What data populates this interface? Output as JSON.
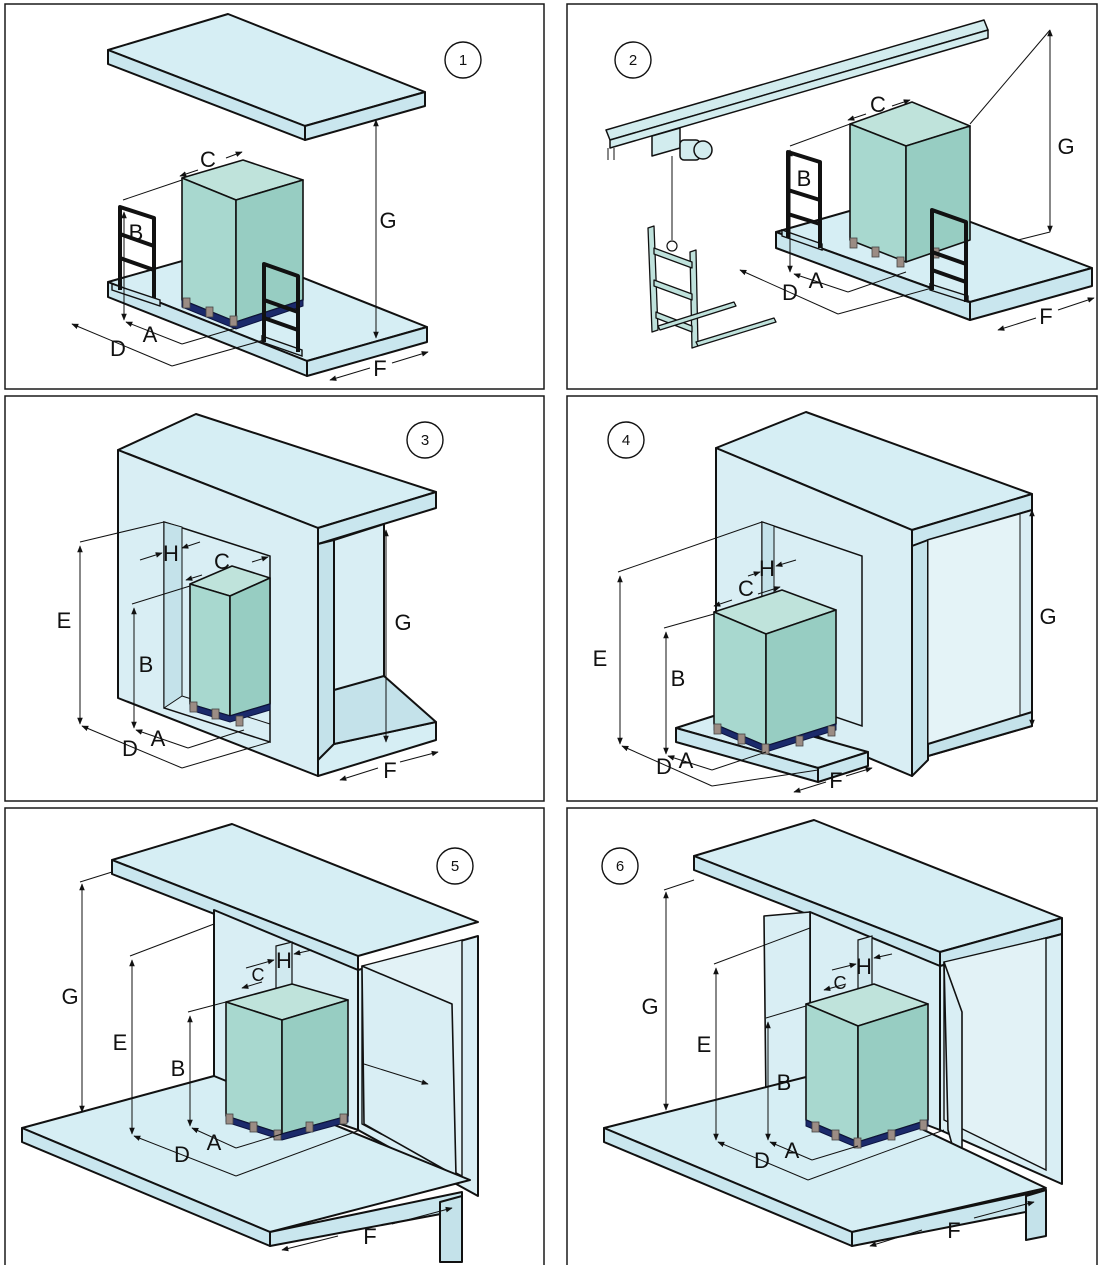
{
  "panels": [
    {
      "number": "1",
      "labels": {
        "A": "A",
        "B": "B",
        "C": "C",
        "D": "D",
        "F": "F",
        "G": "G"
      }
    },
    {
      "number": "2",
      "labels": {
        "A": "A",
        "B": "B",
        "C": "C",
        "D": "D",
        "F": "F",
        "G": "G"
      }
    },
    {
      "number": "3",
      "labels": {
        "A": "A",
        "B": "B",
        "C": "C",
        "D": "D",
        "E": "E",
        "F": "F",
        "G": "G",
        "H": "H"
      }
    },
    {
      "number": "4",
      "labels": {
        "A": "A",
        "B": "B",
        "C": "C",
        "D": "D",
        "E": "E",
        "F": "F",
        "G": "G",
        "H": "H"
      }
    },
    {
      "number": "5",
      "labels": {
        "A": "A",
        "B": "B",
        "C": "C",
        "D": "D",
        "E": "E",
        "F": "F",
        "G": "G",
        "H": "H"
      }
    },
    {
      "number": "6",
      "labels": {
        "A": "A",
        "B": "B",
        "C": "C",
        "D": "D",
        "E": "E",
        "F": "F",
        "G": "G",
        "H": "H"
      }
    }
  ]
}
